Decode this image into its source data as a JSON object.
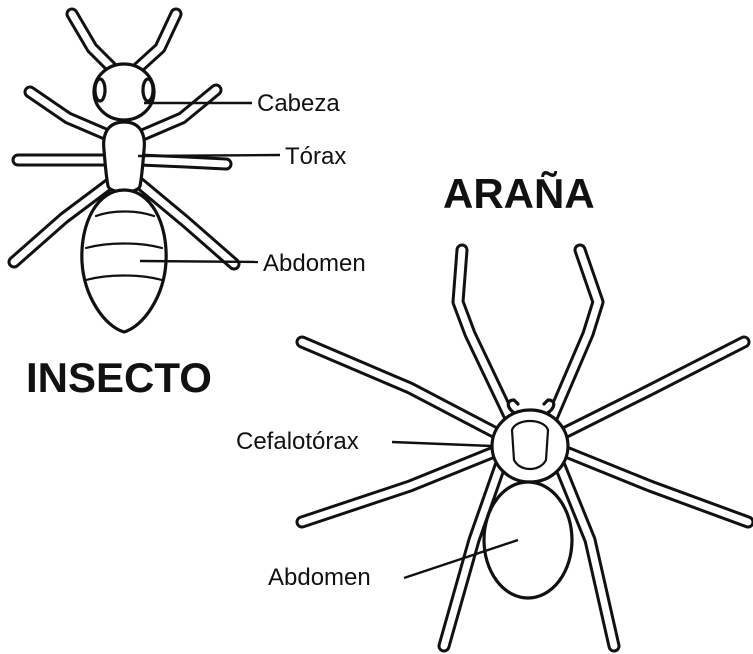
{
  "insect": {
    "title": "INSECTO",
    "labels": {
      "head": "Cabeza",
      "thorax": "Tórax",
      "abdomen": "Abdomen"
    }
  },
  "spider": {
    "title": "ARAÑA",
    "labels": {
      "cephalothorax": "Cefalotórax",
      "abdomen": "Abdomen"
    }
  }
}
